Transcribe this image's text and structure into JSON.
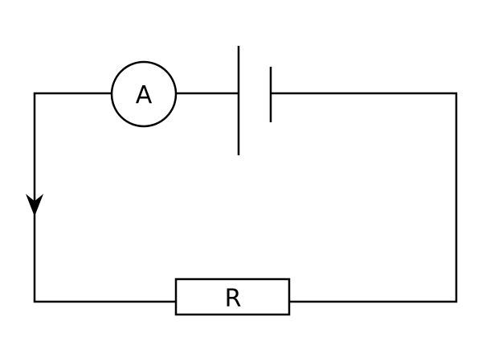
{
  "diagram": {
    "type": "circuit",
    "components": {
      "ammeter": {
        "label": "A"
      },
      "resistor": {
        "label": "R"
      },
      "cell": {
        "label": ""
      }
    },
    "current_direction": "down-left-side",
    "colors": {
      "stroke": "#000000",
      "background": "#ffffff"
    }
  }
}
